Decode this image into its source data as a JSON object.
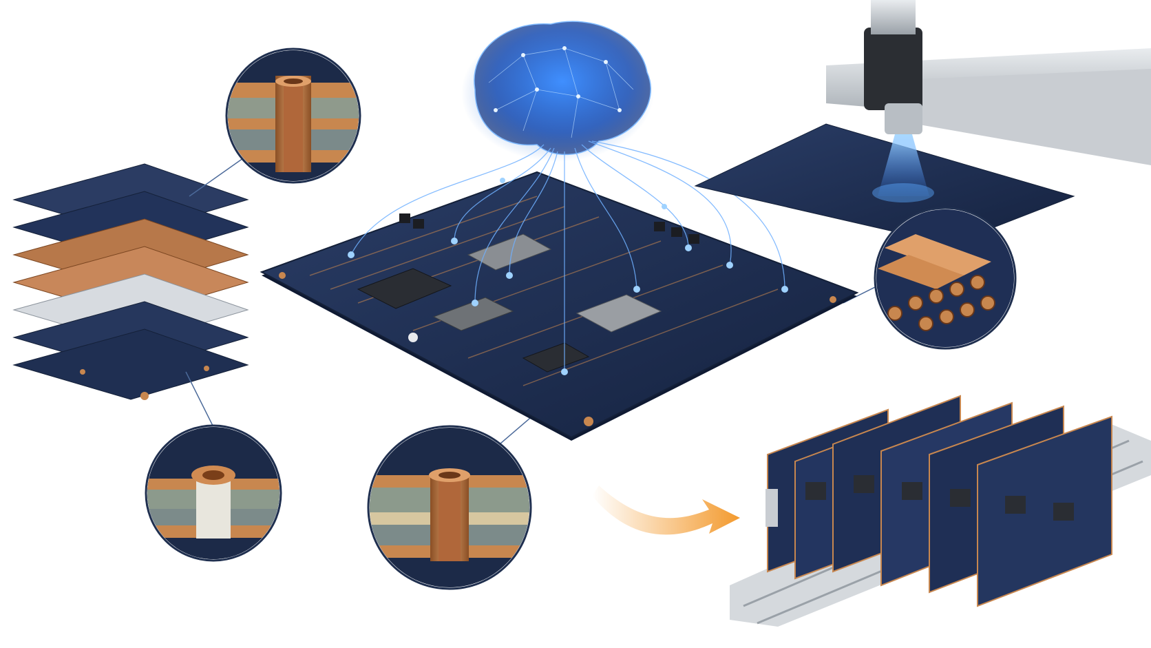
{
  "scene": {
    "background": "#ffffff",
    "board_color": "#1e2d4e",
    "board_edge_color": "#142038",
    "copper_color": "#c8874f",
    "copper_dark": "#8a4f25",
    "neural_glow_color": "#4da3ff",
    "arrow_color": "#f39a2e",
    "callout_ring_color": "#1f2f4f"
  },
  "elements": {
    "neural_brain": "brain-network-illustration",
    "main_board": "main-pcb-board",
    "layer_stack": "exploded-pcb-layer-stack",
    "laser_machine": "laser-inspection-machine",
    "board_rack": "assembled-board-rack",
    "callout_via_top": "plated-through-hole-cross-section",
    "callout_via_filled": "filled-via-cross-section",
    "callout_via_center": "plated-via-cross-section",
    "callout_pads": "copper-pad-closeup",
    "flow_arrow": "process-flow-arrow"
  }
}
